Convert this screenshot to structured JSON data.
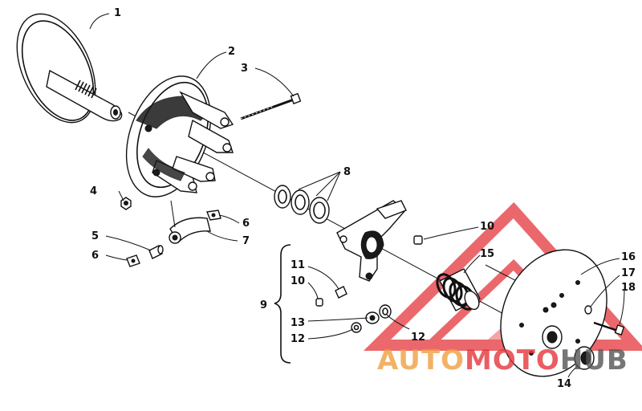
{
  "diagram": {
    "callouts": [
      {
        "id": "c1",
        "text": "1"
      },
      {
        "id": "c2",
        "text": "2"
      },
      {
        "id": "c3",
        "text": "3"
      },
      {
        "id": "c4",
        "text": "4"
      },
      {
        "id": "c5",
        "text": "5"
      },
      {
        "id": "c6a",
        "text": "6"
      },
      {
        "id": "c6b",
        "text": "6"
      },
      {
        "id": "c7",
        "text": "7"
      },
      {
        "id": "c8",
        "text": "8"
      },
      {
        "id": "c9",
        "text": "9"
      },
      {
        "id": "c10a",
        "text": "10"
      },
      {
        "id": "c10b",
        "text": "10"
      },
      {
        "id": "c11",
        "text": "11"
      },
      {
        "id": "c12a",
        "text": "12"
      },
      {
        "id": "c12b",
        "text": "12"
      },
      {
        "id": "c13",
        "text": "13"
      },
      {
        "id": "c14",
        "text": "14"
      },
      {
        "id": "c15",
        "text": "15"
      },
      {
        "id": "c16",
        "text": "16"
      },
      {
        "id": "c17",
        "text": "17"
      },
      {
        "id": "c18",
        "text": "18"
      }
    ]
  },
  "watermark": {
    "text": "AUTOMOTOHUB",
    "colors": {
      "red": "#e4363b",
      "orange": "#f0a040",
      "gray": "#555555"
    }
  }
}
